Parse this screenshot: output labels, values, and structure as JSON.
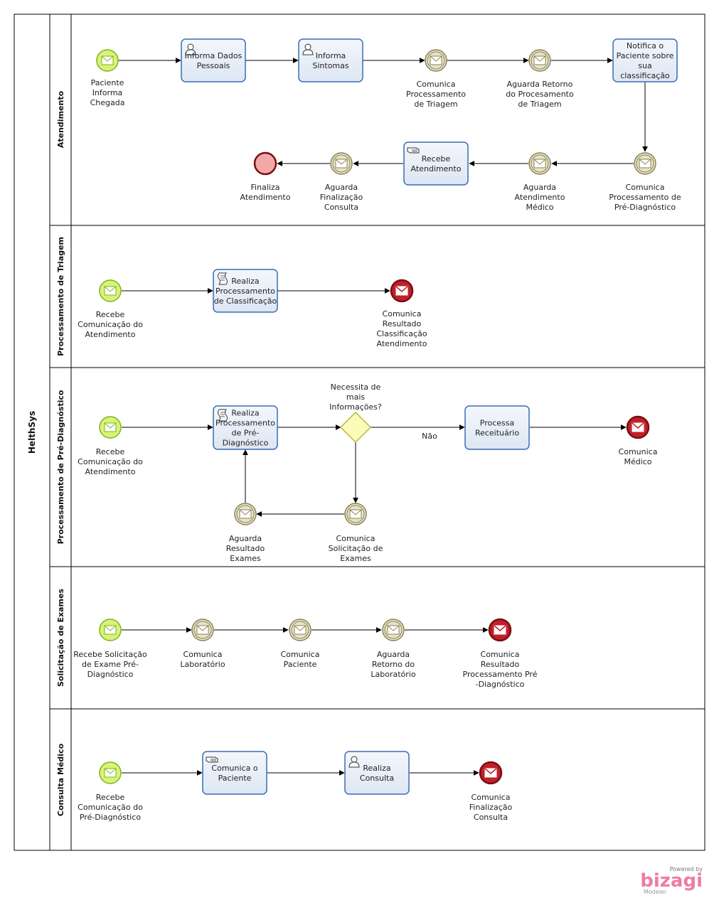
{
  "pool": {
    "title": "HelthSys"
  },
  "lanes": [
    "Atendimento",
    "Processamento de Triagem",
    "Processamento de Pré-Diagnóstico",
    "Solicitação de Exames",
    "Consulta Médico"
  ],
  "colors": {
    "start_fill": "#d9f27a",
    "start_stroke": "#7cb518",
    "inter_fill": "#e6e3c6",
    "inter_stroke": "#8a835a",
    "end_fill": "#c0202a",
    "end_stroke": "#7a0e12",
    "end_plain_fill": "#f3a8a8",
    "task_fill": "#e8eef8",
    "task_stroke": "#3a6db0",
    "gateway_fill": "#fdfbb8",
    "gateway_stroke": "#b8b640"
  },
  "atendimento": {
    "start": [
      "Paciente",
      "Informa",
      "Chegada"
    ],
    "task1": [
      "Informa Dados",
      "Pessoais"
    ],
    "task2": [
      "Informa",
      "Sintomas"
    ],
    "ev_triagem": [
      "Comunica",
      "Processamento",
      "de Triagem"
    ],
    "ev_aguarda": [
      "Aguarda Retorno",
      "do Procesamento",
      "de Triagem"
    ],
    "task_notifica": [
      "Notifica o",
      "Paciente sobre",
      "sua",
      "classificação"
    ],
    "ev_prediag": [
      "Comunica",
      "Processamento de",
      "Pré-Diagnóstico"
    ],
    "ev_medico": [
      "Aguarda",
      "Atendimento",
      "Médico"
    ],
    "task_recebe": [
      "Recebe",
      "Atendimento"
    ],
    "ev_final": [
      "Aguarda",
      "Finalização",
      "Consulta"
    ],
    "end": [
      "Finaliza",
      "Atendimento"
    ]
  },
  "triagem": {
    "start": [
      "Recebe",
      "Comunicação do",
      "Atendimento"
    ],
    "task": [
      "Realiza",
      "Processamento",
      "de Classificação"
    ],
    "end": [
      "Comunica",
      "Resultado",
      "Classificação",
      "Atendimento"
    ]
  },
  "prediag": {
    "start": [
      "Recebe",
      "Comunicação do",
      "Atendimento"
    ],
    "task": [
      "Realiza",
      "Processamento",
      "de Pré-",
      "Diagnóstico"
    ],
    "gateway": [
      "Necessita de",
      "mais",
      "Informações?"
    ],
    "flow_no": "Não",
    "task_receita": [
      "Processa",
      "Receituário"
    ],
    "end": [
      "Comunica",
      "Médico"
    ],
    "ev_solicit": [
      "Comunica",
      "Solicitação de",
      "Exames"
    ],
    "ev_aguarda": [
      "Aguarda",
      "Resultado",
      "Exames"
    ]
  },
  "exames": {
    "start": [
      "Recebe Solicitação",
      "de Exame Pré-",
      "Diagnóstico"
    ],
    "ev_lab": [
      "Comunica",
      "Laboratório"
    ],
    "ev_paciente": [
      "Comunica",
      "Paciente"
    ],
    "ev_retorno": [
      "Aguarda",
      "Retorno do",
      "Laboratório"
    ],
    "end": [
      "Comunica",
      "Resultado",
      "Processamento Pré",
      "-Diagnóstico"
    ]
  },
  "consulta": {
    "start": [
      "Recebe",
      "Comunicação do",
      "Pré-Diagnóstico"
    ],
    "task1": [
      "Comunica o",
      "Paciente"
    ],
    "task2": [
      "Realiza",
      "Consulta"
    ],
    "end": [
      "Comunica",
      "Finalização",
      "Consulta"
    ]
  },
  "branding": {
    "powered": "Powered by",
    "name": "bizagi",
    "product": "Modeler"
  }
}
